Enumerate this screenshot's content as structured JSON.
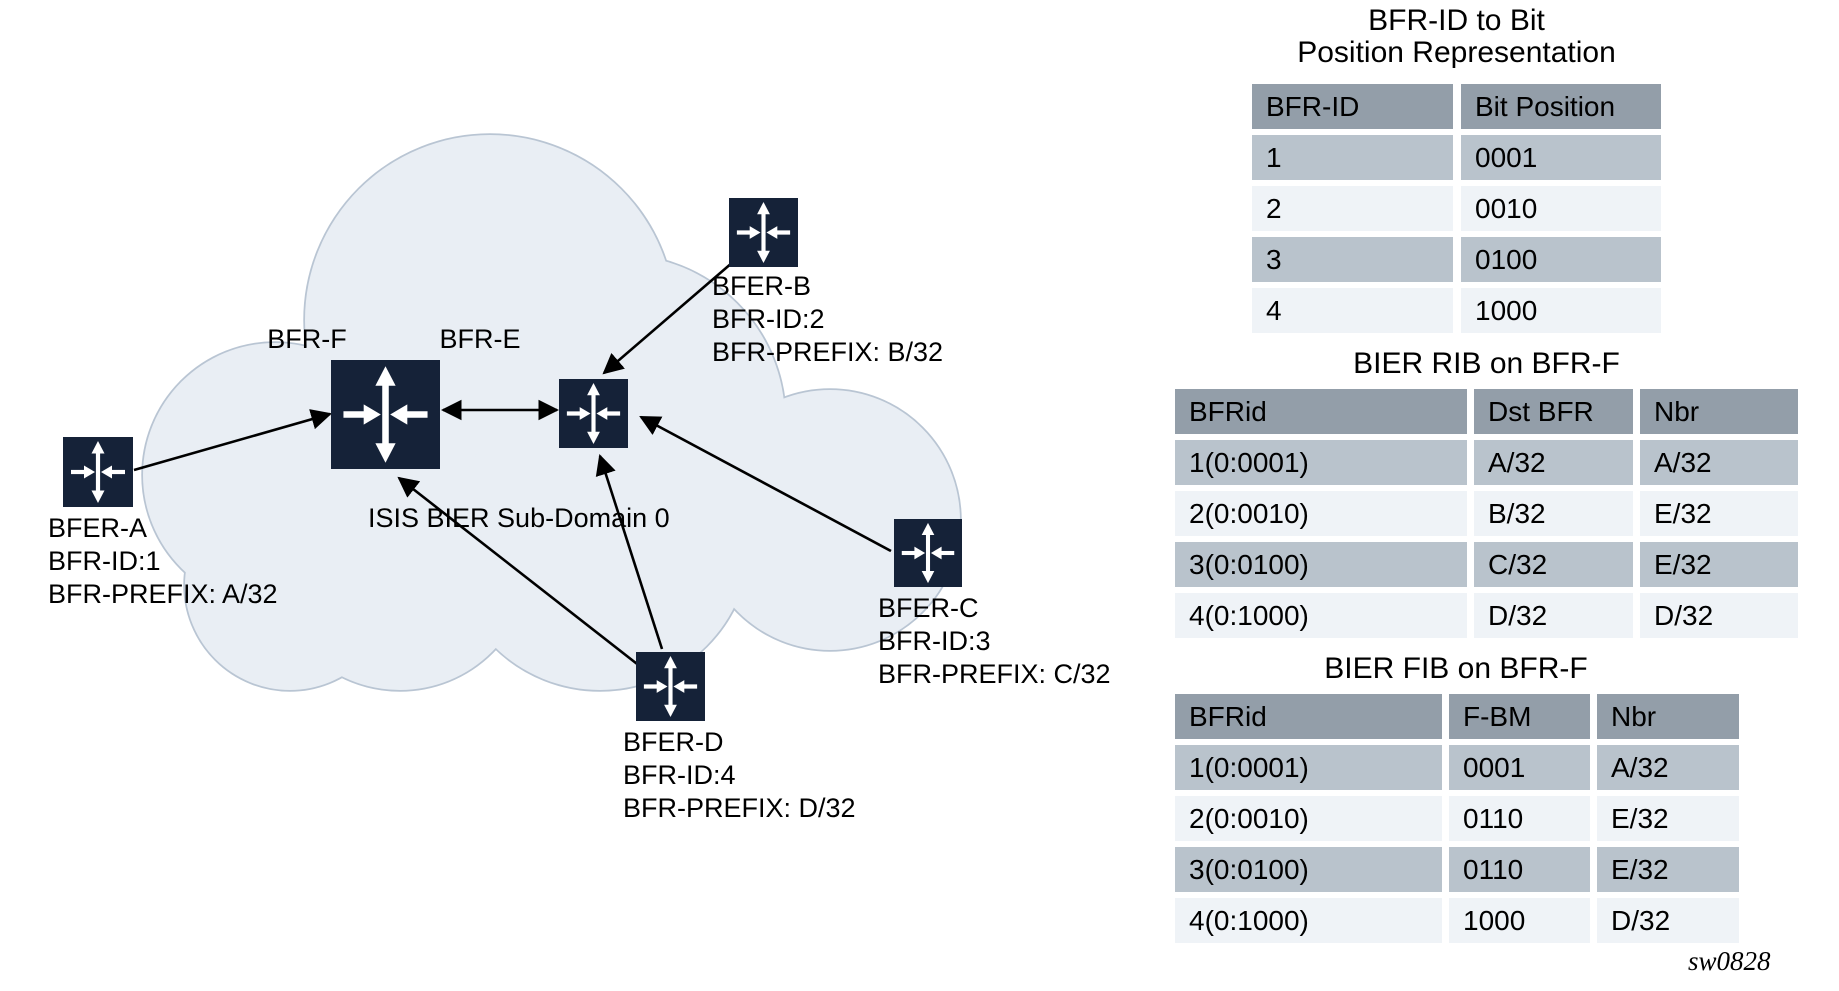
{
  "diagram": {
    "cloud_label": "ISIS BIER Sub-Domain 0",
    "nodes": {
      "bfr_f": {
        "label": "BFR-F"
      },
      "bfr_e": {
        "label": "BFR-E"
      },
      "bfer_a": {
        "lines": [
          "BFER-A",
          "BFR-ID:1",
          "BFR-PREFIX: A/32"
        ]
      },
      "bfer_b": {
        "lines": [
          "BFER-B",
          "BFR-ID:2",
          "BFR-PREFIX: B/32"
        ]
      },
      "bfer_c": {
        "lines": [
          "BFER-C",
          "BFR-ID:3",
          "BFR-PREFIX: C/32"
        ]
      },
      "bfer_d": {
        "lines": [
          "BFER-D",
          "BFR-ID:4",
          "BFR-PREFIX: D/32"
        ]
      }
    },
    "colors": {
      "router_fill": "#152238",
      "router_glyph": "#ffffff",
      "cloud_fill": "#e9eef4",
      "cloud_stroke": "#b9c5d3",
      "arrow": "#000000"
    }
  },
  "tables": {
    "bit_position": {
      "title_lines": [
        "BFR-ID to Bit",
        "Position Representation"
      ],
      "headers": [
        "BFR-ID",
        "Bit Position"
      ],
      "rows": [
        [
          "1",
          "0001"
        ],
        [
          "2",
          "0010"
        ],
        [
          "3",
          "0100"
        ],
        [
          "4",
          "1000"
        ]
      ]
    },
    "rib": {
      "title": "BIER RIB on BFR-F",
      "headers": [
        "BFRid",
        "Dst BFR",
        "Nbr"
      ],
      "rows": [
        [
          "1(0:0001)",
          "A/32",
          "A/32"
        ],
        [
          "2(0:0010)",
          "B/32",
          "E/32"
        ],
        [
          "3(0:0100)",
          "C/32",
          "E/32"
        ],
        [
          "4(0:1000)",
          "D/32",
          "D/32"
        ]
      ]
    },
    "fib": {
      "title": "BIER FIB on BFR-F",
      "headers": [
        "BFRid",
        "F-BM",
        "Nbr"
      ],
      "rows": [
        [
          "1(0:0001)",
          "0001",
          "A/32"
        ],
        [
          "2(0:0010)",
          "0110",
          "E/32"
        ],
        [
          "3(0:0100)",
          "0110",
          "E/32"
        ],
        [
          "4(0:1000)",
          "1000",
          "D/32"
        ]
      ]
    },
    "colors": {
      "header_bg": "#939ea9",
      "row_odd_bg": "#b9c3cc",
      "row_even_bg": "#eff3f7"
    }
  },
  "footer": {
    "figure_id": "sw0828"
  }
}
